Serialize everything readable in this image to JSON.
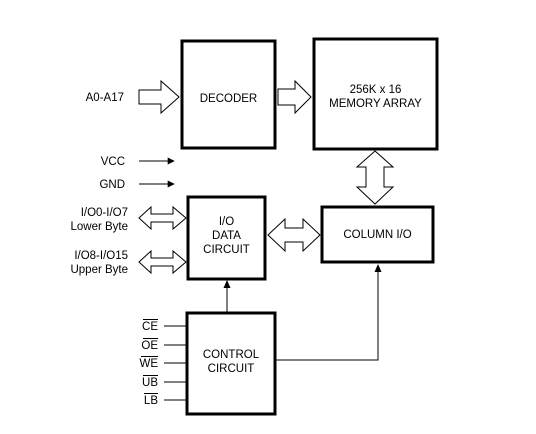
{
  "blocks": {
    "decoder": "DECODER",
    "memory_array": [
      "256K x 16",
      "MEMORY ARRAY"
    ],
    "io_data_circuit": [
      "I/O",
      "DATA",
      "CIRCUIT"
    ],
    "column_io": "COLUMN I/O",
    "control_circuit": [
      "CONTROL",
      "CIRCUIT"
    ]
  },
  "signals": {
    "address": "A0-A17",
    "vcc": "VCC",
    "gnd": "GND",
    "io_lower": [
      "I/O0-I/O7",
      "Lower Byte"
    ],
    "io_upper": [
      "I/O8-I/O15",
      "Upper Byte"
    ],
    "control_inputs": [
      "CE",
      "OE",
      "WE",
      "UB",
      "LB"
    ]
  }
}
